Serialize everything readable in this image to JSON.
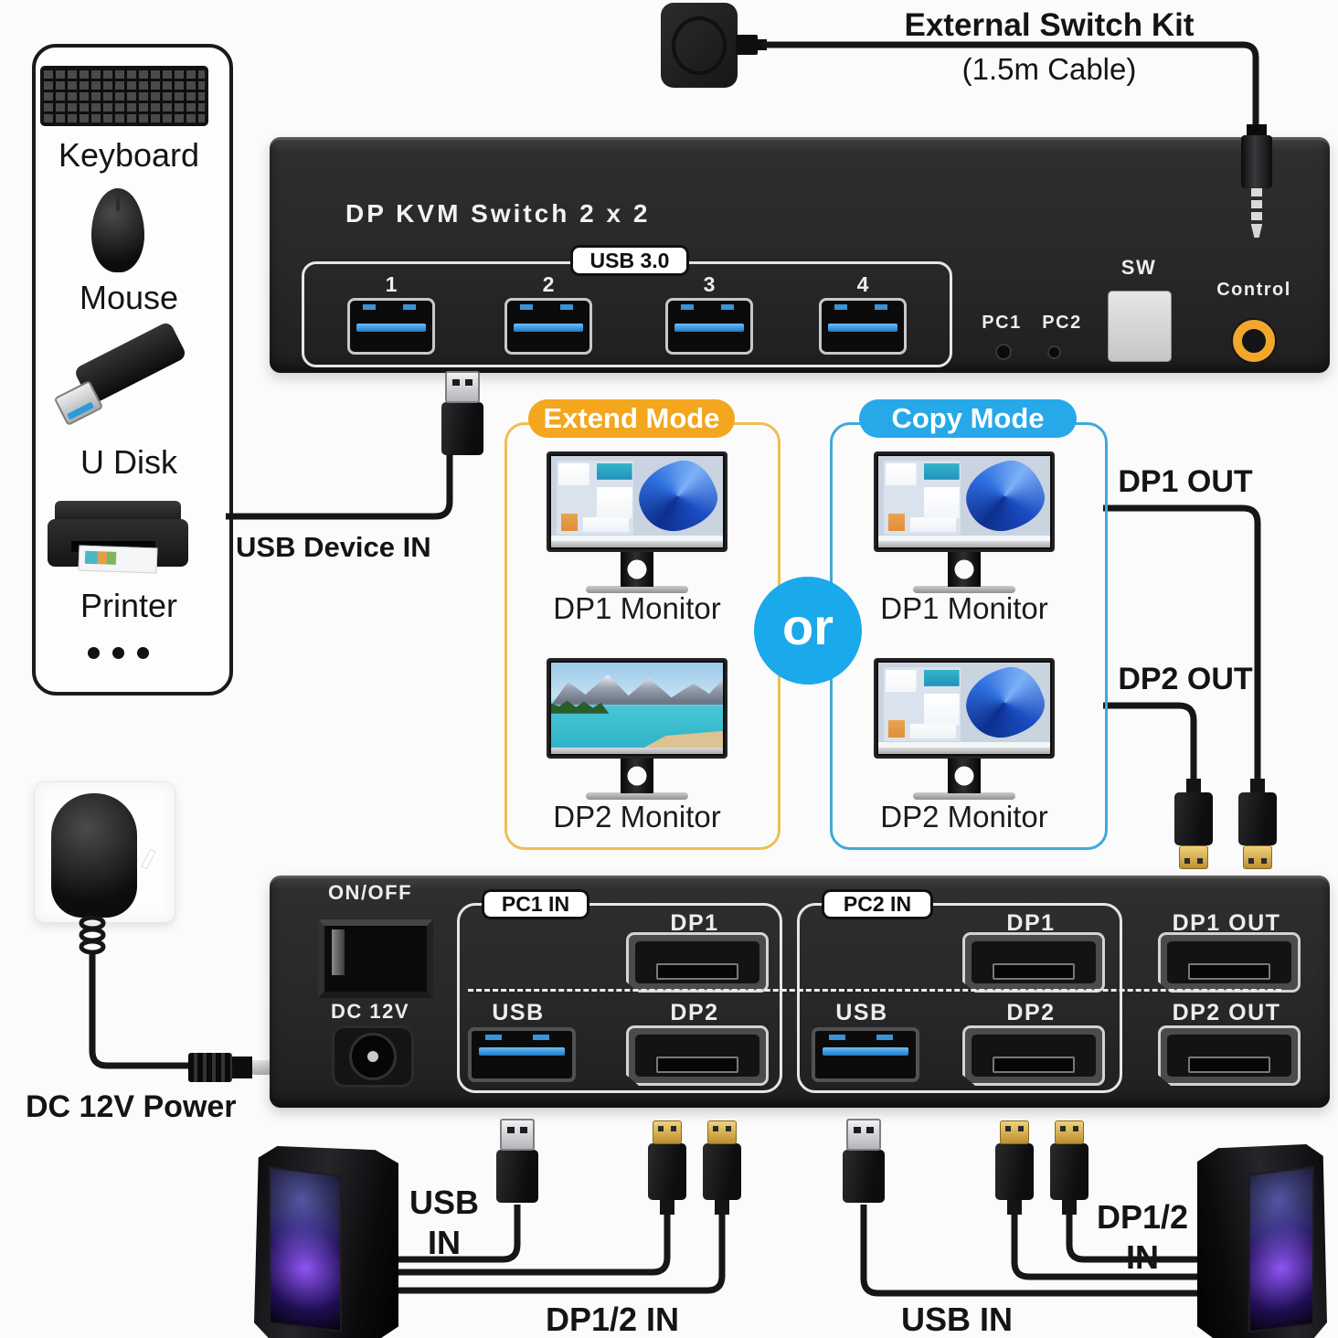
{
  "peripherals": {
    "items": [
      "Keyboard",
      "Mouse",
      "U Disk",
      "Printer"
    ],
    "ellipsis": "• • •"
  },
  "switch_kit": {
    "title": "External Switch Kit",
    "cable": "(1.5m Cable)"
  },
  "front_panel": {
    "title": "DP KVM Switch 2 x 2",
    "usb_badge": "USB 3.0",
    "port_numbers": [
      "1",
      "2",
      "3",
      "4"
    ],
    "pc1_led": "PC1",
    "pc2_led": "PC2",
    "sw_button": "SW",
    "control": "Control"
  },
  "labels": {
    "usb_device_in": "USB Device IN",
    "dc_power": "DC 12V Power",
    "dp1_out": "DP1 OUT",
    "dp2_out": "DP2 OUT",
    "or": "or",
    "usb_in_left_line1": "USB",
    "usb_in_left_line2": "IN",
    "dp_in_left": "DP1/2 IN",
    "dp_in_right_line1": "DP1/2",
    "dp_in_right_line2": "IN",
    "usb_in_right": "USB IN"
  },
  "modes": {
    "extend": {
      "badge": "Extend Mode",
      "monitor1": "DP1 Monitor",
      "monitor2": "DP2 Monitor"
    },
    "copy": {
      "badge": "Copy Mode",
      "monitor1": "DP1 Monitor",
      "monitor2": "DP2 Monitor"
    }
  },
  "back_panel": {
    "power_switch": "ON/OFF",
    "dc_jack": "DC 12V",
    "pc1_group": "PC1 IN",
    "pc2_group": "PC2 IN",
    "pc1_dp1": "DP1",
    "pc1_usb": "USB",
    "pc1_dp2": "DP2",
    "pc2_dp1": "DP1",
    "pc2_usb": "USB",
    "pc2_dp2": "DP2",
    "dp1_out": "DP1 OUT",
    "dp2_out": "DP2 OUT"
  },
  "colors": {
    "extend_accent": "#f3a61e",
    "copy_accent": "#27a9e9",
    "or_circle": "#1aa9ea",
    "control_ring": "#f0a72b",
    "usb_blue": "#2e8fd8"
  }
}
